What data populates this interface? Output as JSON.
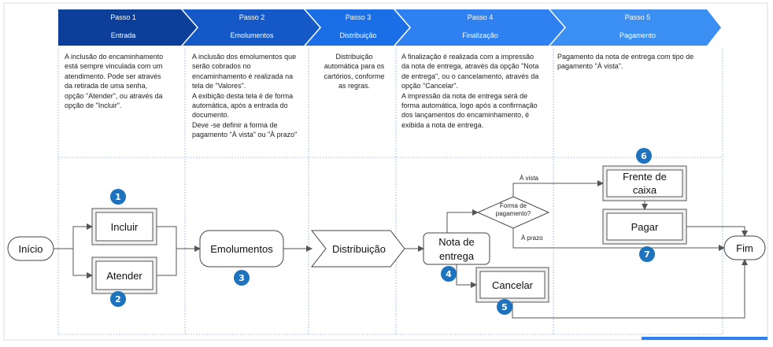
{
  "steps": [
    {
      "title": "Passo 1",
      "name": "Entrada",
      "color": "#0b3f9a"
    },
    {
      "title": "Passo 2",
      "name": "Emolumentos",
      "color": "#1559c8"
    },
    {
      "title": "Passo 3",
      "name": "Distribuição",
      "color": "#1a6ee6"
    },
    {
      "title": "Passo 4",
      "name": "Finalização",
      "color": "#2f80f0"
    },
    {
      "title": "Passo 5",
      "name": "Pagamento",
      "color": "#3b8ff2"
    }
  ],
  "descriptions": {
    "step1": " A inclusão do encaminhamento\nestá sempre vinculada com um\natendimento. Pode ser através\nda retirada de uma senha,\nopção \"Atender\", ou através da\nopção de \"Incluir\".",
    "step2": "A inclusão dos emolumentos que\nserão cobrados no\nencaminhamento é realizada na\ntela de \"Valores\".\nA exibição desta tela é de forma\nautomática, após a entrada do\ndocumento.\nDeve -se definir a forma de\npagamento \"À vista\" ou \"À prazo\"",
    "step3": "Distribuição\nautomática para os\ncartórios, conforme\nas regras.",
    "step4": "A finalização é realizada com a impressão\nda nota de entrega, através da opção \"Nota\nde entrega\", ou o cancelamento, através da\nopção \"Cancelar\".\nA impressão da nota de entrega será de\nforma automática, logo após a confirmação\ndos lançamentos do encaminhamento, é\nexibida a nota de entrega.",
    "step5": "Pagamento da nota de entrega com tipo de\npagamento \"À vista\"."
  },
  "nodes": {
    "inicio": "Início",
    "incluir": "Incluir",
    "atender": "Atender",
    "emolumentos": "Emolumentos",
    "distribuicao": "Distribuição",
    "nota_line1": "Nota de",
    "nota_line2": "entrega",
    "decision_line1": "Forma de",
    "decision_line2": "pagamento?",
    "cancelar": "Cancelar",
    "frente_line1": "Frente de",
    "frente_line2": "caixa",
    "pagar": "Pagar",
    "fim": "Fim"
  },
  "edge_labels": {
    "a_vista": "À vista",
    "a_prazo": "À prazo"
  },
  "badges": [
    "1",
    "2",
    "3",
    "4",
    "5",
    "6",
    "7"
  ],
  "colors": {
    "badge": "#1e73be",
    "grid": "#7aa6d8"
  }
}
